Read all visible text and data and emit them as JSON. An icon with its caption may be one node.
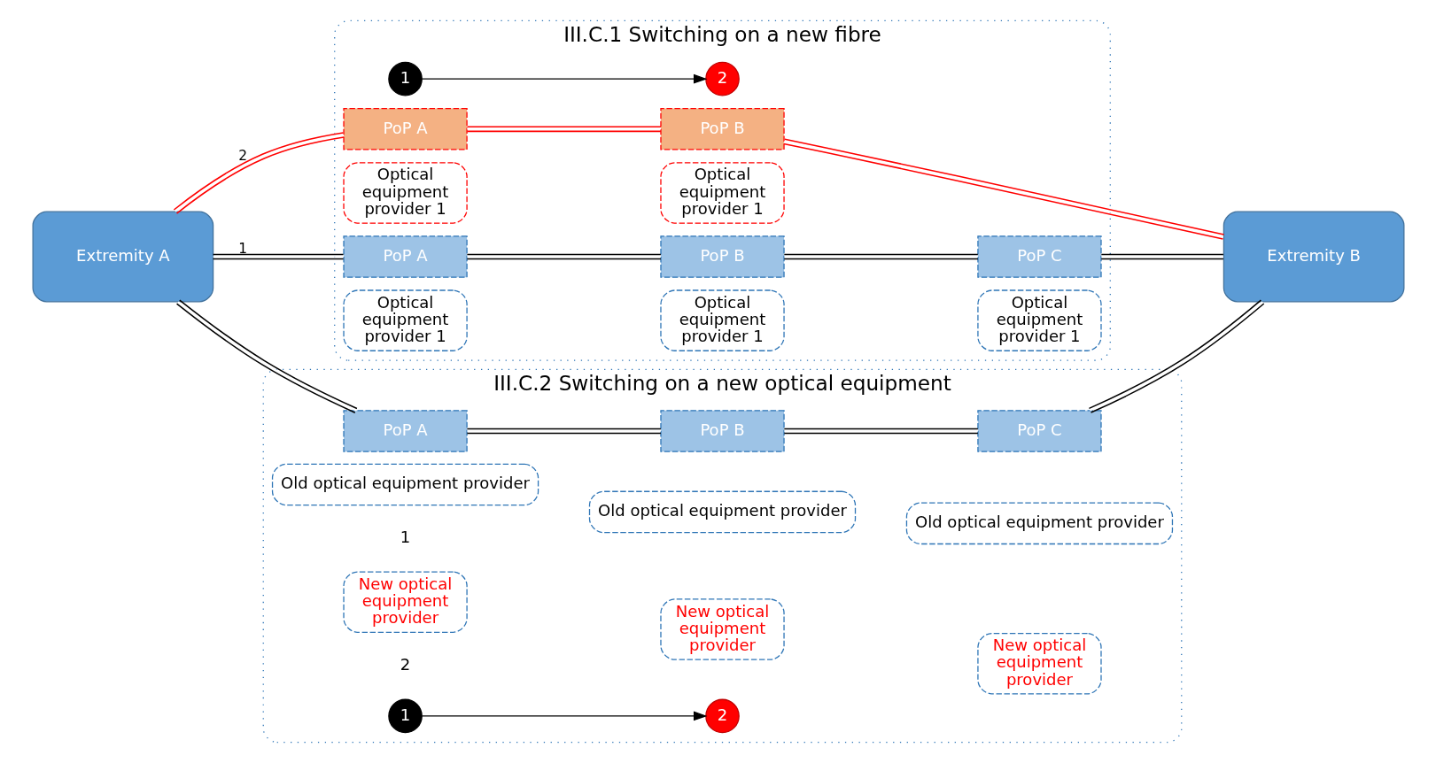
{
  "diagram": {
    "nodes": [
      {
        "text": [
          "Extremity A"
        ]
      },
      {
        "text": [
          "Extremity B"
        ]
      },
      {
        "text": [
          "III.C.1 Switching on a new fibre"
        ]
      },
      {
        "text": [
          "1"
        ],
        "in": 2
      },
      {
        "text": [
          "2"
        ],
        "in": 2
      },
      {
        "text": [
          "PoP A"
        ],
        "in": 2
      },
      {
        "text": [
          "Optical equipment provider 1"
        ],
        "in": 2
      },
      {
        "text": [
          "PoP B"
        ],
        "in": 2
      },
      {
        "text": [
          "Optical equipment provider 1"
        ],
        "in": 2
      },
      {
        "text": [
          "PoP A"
        ],
        "in": 2
      },
      {
        "text": [
          "Optical equipment provider 1"
        ],
        "in": 2
      },
      {
        "text": [
          "PoP B"
        ],
        "in": 2
      },
      {
        "text": [
          "Optical equipment provider 1"
        ],
        "in": 2
      },
      {
        "text": [
          "PoP C"
        ],
        "in": 2
      },
      {
        "text": [
          "Optical equipment provider 1"
        ],
        "in": 2
      },
      {
        "text": [
          "III.C.2 Switching on a new optical equipment"
        ]
      },
      {
        "text": [
          "PoP A"
        ],
        "in": 15
      },
      {
        "text": [
          "Old optical equipment provider"
        ],
        "in": 15,
        "beside": [
          "1"
        ]
      },
      {
        "text": [
          "New optical equipment provider"
        ],
        "in": 15,
        "beside": [
          "2"
        ]
      },
      {
        "text": [
          "PoP B"
        ],
        "in": 15
      },
      {
        "text": [
          "Old optical equipment provider"
        ],
        "in": 15
      },
      {
        "text": [
          "New optical equipment provider"
        ],
        "in": 15
      },
      {
        "text": [
          "PoP C"
        ],
        "in": 15
      },
      {
        "text": [
          "Old optical equipment provider"
        ],
        "in": 15
      },
      {
        "text": [
          "New optical equipment provider"
        ],
        "in": 15
      },
      {
        "text": [
          "1"
        ],
        "in": 15
      },
      {
        "text": [
          "2"
        ],
        "in": 15
      }
    ],
    "edges": [
      {
        "from": 3,
        "to": 4,
        "arrow": "to"
      },
      {
        "from": 0,
        "to": 5,
        "arrow": "none",
        "label": "2",
        "color": "#ff0000"
      },
      {
        "from": 5,
        "to": 7,
        "arrow": "none",
        "color": "#ff0000"
      },
      {
        "from": 7,
        "to": 1,
        "arrow": "none",
        "color": "#ff0000"
      },
      {
        "from": 0,
        "to": 9,
        "arrow": "none",
        "label": "1"
      },
      {
        "from": 9,
        "to": 11,
        "arrow": "none"
      },
      {
        "from": 11,
        "to": 13,
        "arrow": "none"
      },
      {
        "from": 13,
        "to": 1,
        "arrow": "none"
      },
      {
        "from": 0,
        "to": 16,
        "arrow": "none"
      },
      {
        "from": 16,
        "to": 19,
        "arrow": "none"
      },
      {
        "from": 19,
        "to": 22,
        "arrow": "none"
      },
      {
        "from": 22,
        "to": 1,
        "arrow": "none"
      },
      {
        "from": 25,
        "to": 26,
        "arrow": "to"
      }
    ]
  }
}
